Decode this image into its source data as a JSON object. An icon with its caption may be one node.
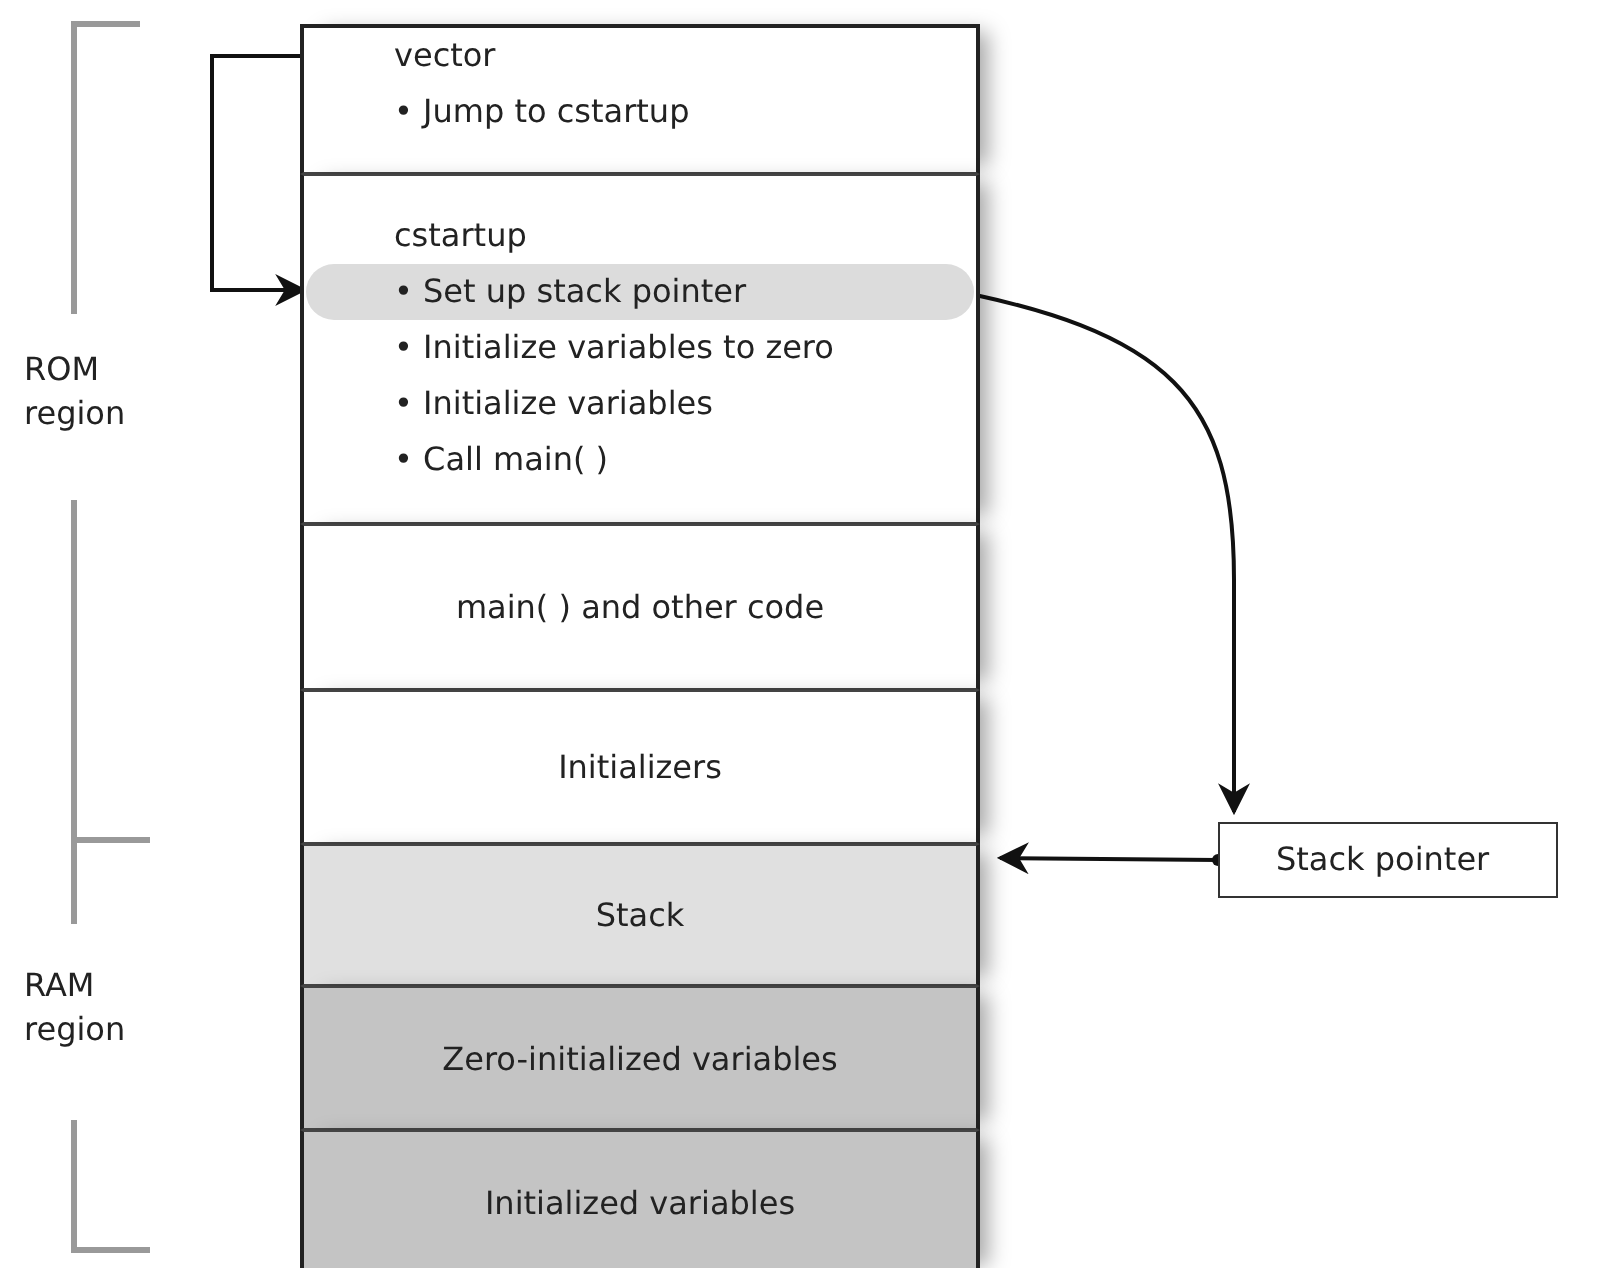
{
  "diagram": {
    "nodes": [
      {
        "text": [
          "vector",
          "• Jump to cstartup"
        ]
      },
      {
        "text": [
          "cstartup",
          "• Initialize variables to zero",
          "• Initialize variables",
          "• Call main( )"
        ]
      },
      {
        "text": [
          "• Set up stack pointer"
        ],
        "in": 1
      },
      {
        "text": [
          "main( ) and other code"
        ]
      },
      {
        "text": [
          "Initializers"
        ]
      },
      {
        "text": [
          "Stack"
        ]
      },
      {
        "text": [
          "Zero-initialized variables"
        ]
      },
      {
        "text": [
          "Initialized variables"
        ]
      },
      {
        "text": [
          "Stack pointer"
        ]
      }
    ],
    "edges": [
      {
        "from": 0,
        "to": 2,
        "arrow": "to"
      },
      {
        "from": 2,
        "to": 8,
        "arrow": "to"
      },
      {
        "from": 8,
        "to": 5,
        "arrow": "to"
      }
    ],
    "labels": [
      "ROM region",
      "RAM region"
    ]
  }
}
